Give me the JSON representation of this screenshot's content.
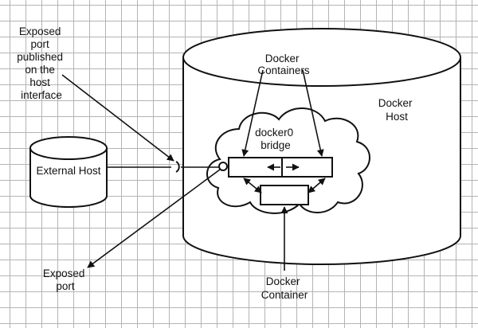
{
  "labels": {
    "exposed_port_published": [
      "Exposed",
      "port",
      "published",
      "on the",
      "host",
      "interface"
    ],
    "docker_containers": [
      "Docker",
      "Containers"
    ],
    "docker_host": [
      "Docker",
      "Host"
    ],
    "bridge": [
      "docker0",
      "bridge"
    ],
    "external_host": "External Host",
    "exposed_port": [
      "Exposed",
      "port"
    ],
    "docker_container": [
      "Docker",
      "Container"
    ]
  },
  "colors": {
    "stroke": "#111111",
    "fill": "#ffffff",
    "grid": "#b4b4b4"
  }
}
